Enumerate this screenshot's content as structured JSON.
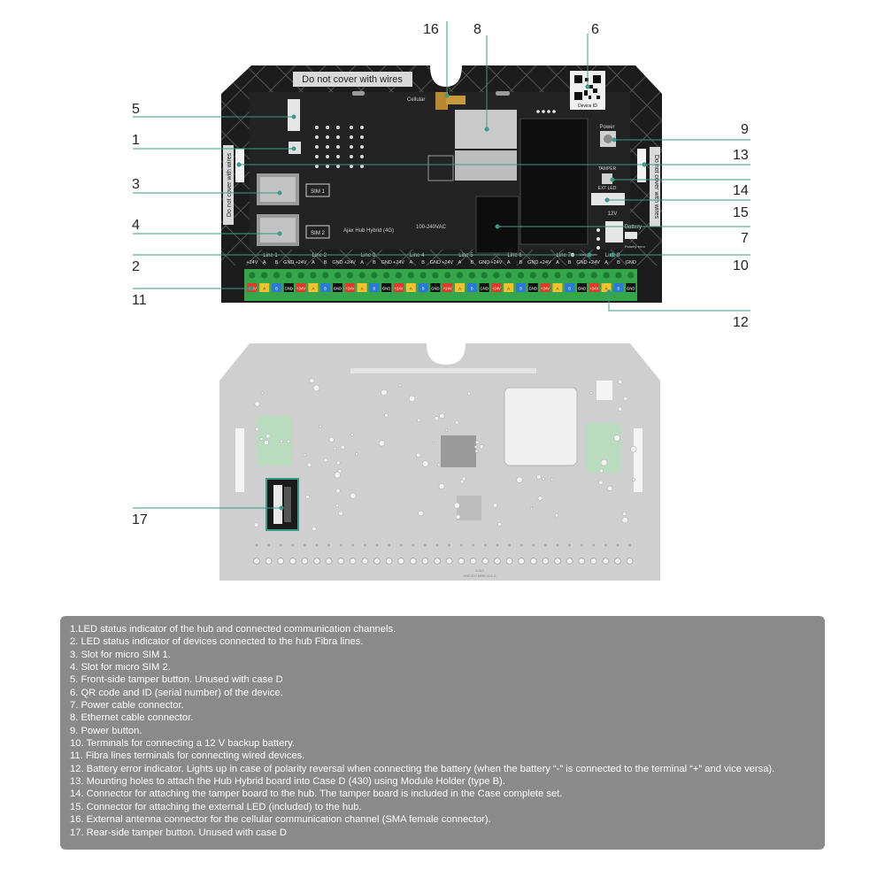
{
  "board": {
    "warning_top": "Do not cover with wires",
    "warning_side": "Do not cover with wires",
    "cellular_label": "Cellular",
    "device_id_label": "Device ID",
    "power_label": "Power",
    "tamper_label": "TAMPER",
    "ext_led_label": "EXT LED",
    "voltage_12v": "12V",
    "battery_label": "Battery",
    "polarity_label": "Polarity error",
    "line_power_label": "Line Power",
    "sim1_label": "SIM 1",
    "sim2_label": "SIM 2",
    "model_label": "Ajax Hub Hybrid (4G)",
    "ac_label": "100-240VAC",
    "line_labels": [
      "Line 1",
      "Line 2",
      "Line 3",
      "Line 4",
      "Line 5",
      "Line 6",
      "Line 7",
      "Line 8"
    ],
    "pin_labels": [
      "+24V",
      "A",
      "B",
      "GND"
    ],
    "rear_text": [
      "AJAX",
      "HBF.002 MBR.001-A"
    ]
  },
  "callouts": [
    {
      "id": "16"
    },
    {
      "id": "8"
    },
    {
      "id": "6"
    },
    {
      "id": "5"
    },
    {
      "id": "1"
    },
    {
      "id": "3"
    },
    {
      "id": "4"
    },
    {
      "id": "2"
    },
    {
      "id": "11"
    },
    {
      "id": "9"
    },
    {
      "id": "13"
    },
    {
      "id": "14"
    },
    {
      "id": "15"
    },
    {
      "id": "7"
    },
    {
      "id": "10"
    },
    {
      "id": "12"
    },
    {
      "id": "17"
    }
  ],
  "legend": [
    "1.LED status indicator of the hub and connected communication channels.",
    "2. LED status indicator of devices connected to the hub Fibra lines.",
    "3. Slot for micro SIM 1.",
    "4. Slot for micro SIM 2.",
    "5. Front-side tamper button. Unused with case D",
    "6. QR code and ID (serial number) of the device.",
    "7. Power cable connector.",
    "8. Ethernet cable connector.",
    "9. Power button.",
    "10. Terminals for connecting a 12 V backup battery.",
    "11. Fibra lines terminals for connecting wired devices.",
    "12. Battery error indicator. Lights up in case of polarity reversal when connecting the battery (when the battery “-” is connected to the terminal “+” and vice versa).",
    "13. Mounting holes to attach the Hub Hybrid board into Case D (430) using Module Holder (type B).",
    "14. Connector for attaching the tamper board to the hub. The tamper board is included in the Case complete set.",
    "15. Connector for attaching the external LED (included) to the hub.",
    "16. External antenna connector for the cellular communication channel (SMA female connector).",
    "17. Rear-side tamper button. Unused with case D"
  ],
  "colors": {
    "board_black": "#1c1c1c",
    "board_gray": "#cfcfcf",
    "callout_line": "#3a9b86",
    "terminal_green": "#35a64a",
    "pin_red": "#e23a2a",
    "pin_yellow": "#f2c12e",
    "pin_blue": "#2a78d8",
    "pin_black": "#111111",
    "legend_bg": "#8a8a8a"
  }
}
